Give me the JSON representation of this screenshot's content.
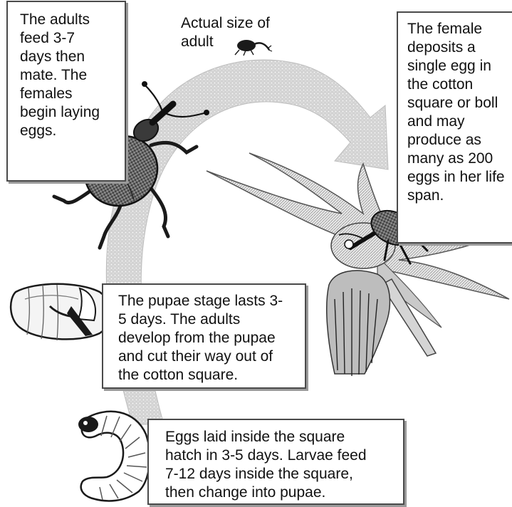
{
  "captions": {
    "actual_size": "Actual size of\nadult"
  },
  "boxes": {
    "adults": "The adults\nfeed 3-7\ndays then\nmate. The\nfemales\nbegin laying\neggs.",
    "female": "The female\ndeposits a\nsingle egg in\nthe cotton\nsquare or boll\nand may\nproduce as\nmany as 200\neggs in her life\nspan.",
    "pupae": "The pupae stage lasts 3-\n5 days. The adults\ndevelop from the pupae\nand cut their way out of\nthe cotton square.",
    "eggs": "Eggs laid inside the square\nhatch in 3-5 days. Larvae feed\n7-12 days inside the square,\nthen change into pupae."
  },
  "stages": [
    "adult-weevil",
    "egg-laying-weevil",
    "pupa",
    "larva"
  ],
  "colors": {
    "arrow_fill": "#cfcfcf",
    "ink": "#1a1a1a",
    "box_border": "#4a4a4a"
  }
}
